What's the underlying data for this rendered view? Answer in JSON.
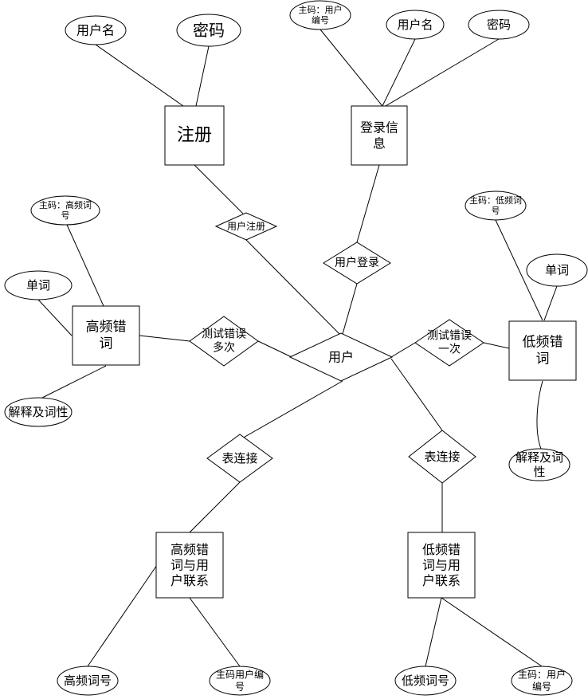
{
  "entities": {
    "register": [
      "注册"
    ],
    "login_info": [
      "登录信",
      "息"
    ],
    "high_freq": [
      "高频错",
      "词"
    ],
    "low_freq": [
      "低频错",
      "词"
    ],
    "high_link": [
      "高频错",
      "词与用",
      "户联系"
    ],
    "low_link": [
      "低频错",
      "词与用",
      "户联系"
    ]
  },
  "relationships": {
    "user_register": [
      "用户注册"
    ],
    "user_login": [
      "用户登录"
    ],
    "user": [
      "用户"
    ],
    "test_many": [
      "测试错误",
      "多次"
    ],
    "test_once": [
      "测试错误",
      "一次"
    ],
    "table_link_left": [
      "表连接"
    ],
    "table_link_right": [
      "表连接"
    ]
  },
  "attributes": {
    "reg_username": [
      "用户名"
    ],
    "reg_password": [
      "密码"
    ],
    "login_pk": [
      "主码：用户",
      "编号"
    ],
    "login_username": [
      "用户名"
    ],
    "login_password": [
      "密码"
    ],
    "hf_pk": [
      "主码：高频词",
      "号"
    ],
    "hf_word": [
      "单词"
    ],
    "hf_explain": [
      "解释及词性"
    ],
    "lf_pk": [
      "主码：低频词",
      "号"
    ],
    "lf_word": [
      "单词"
    ],
    "lf_explain": [
      "解释及词",
      "性"
    ],
    "hl_word_no": [
      "高频词号"
    ],
    "hl_pk": [
      "主码用户编",
      "号"
    ],
    "ll_word_no": [
      "低频词号"
    ],
    "ll_pk": [
      "主码：用户",
      "编号"
    ]
  }
}
